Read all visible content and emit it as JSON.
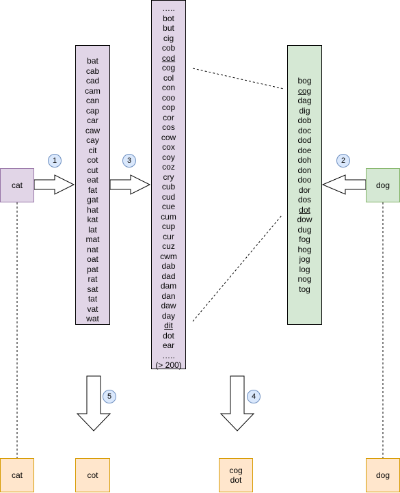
{
  "start": {
    "label": "cat"
  },
  "end": {
    "label": "dog"
  },
  "cat_neighbors": [
    "bat",
    "cab",
    "cad",
    "cam",
    "can",
    "cap",
    "car",
    "caw",
    "cay",
    "cit",
    "cot",
    "cut",
    "eat",
    "fat",
    "gat",
    "hat",
    "kat",
    "lat",
    "mat",
    "nat",
    "oat",
    "pat",
    "rat",
    "sat",
    "tat",
    "vat",
    "wat"
  ],
  "two_step": [
    "…..",
    "bot",
    "but",
    "cig",
    "cob",
    "cod",
    "cog",
    "col",
    "con",
    "coo",
    "cop",
    "cor",
    "cos",
    "cow",
    "cox",
    "coy",
    "coz",
    "cry",
    "cub",
    "cud",
    "cue",
    "cum",
    "cup",
    "cur",
    "cuz",
    "cwm",
    "dab",
    "dad",
    "dam",
    "dan",
    "daw",
    "day",
    "dit",
    "dot",
    "ear",
    "…..",
    "(> 200)"
  ],
  "two_step_underlined": [
    5,
    32
  ],
  "dog_neighbors": [
    "bog",
    "cog",
    "dag",
    "dig",
    "dob",
    "doc",
    "dod",
    "doe",
    "doh",
    "don",
    "doo",
    "dor",
    "dos",
    "dot",
    "dow",
    "dug",
    "fog",
    "hog",
    "jog",
    "log",
    "nog",
    "tog"
  ],
  "dog_neighbors_underlined": [
    1,
    13
  ],
  "steps": [
    "1",
    "2",
    "3",
    "4",
    "5"
  ],
  "path": {
    "start": "cat",
    "step1": "cot",
    "meet": [
      "cog",
      "dot"
    ],
    "end": "dog"
  },
  "colors": {
    "purple_fill": "#e1d5e7",
    "purple_stroke": "#9673a6",
    "green_fill": "#d5e8d4",
    "green_stroke": "#82b366",
    "orange_fill": "#ffe6cc",
    "orange_stroke": "#d79b00",
    "badge_fill": "#dae8fc",
    "badge_stroke": "#6c8ebf"
  }
}
